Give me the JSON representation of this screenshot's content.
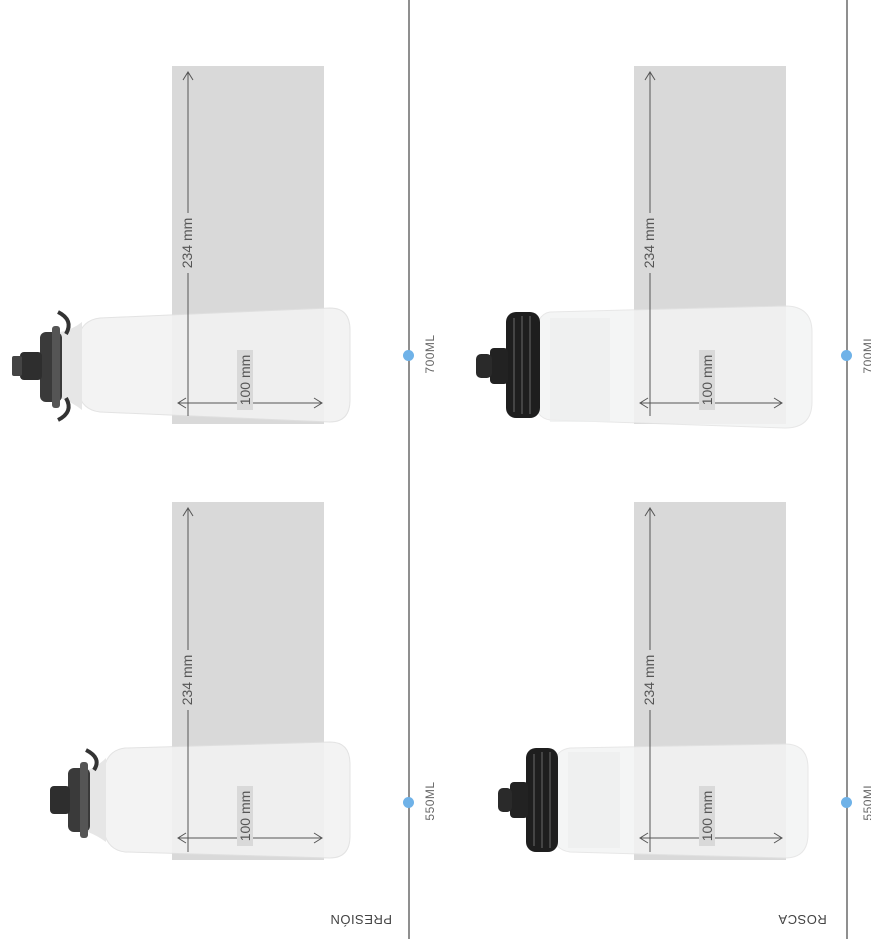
{
  "groups": {
    "left": "PRESIÓN",
    "right": "ROSCA"
  },
  "volumes": {
    "top": "700ML",
    "bottom": "550ML"
  },
  "dimensions": {
    "height": "234 mm",
    "width": "100 mm"
  },
  "colors": {
    "accent": "#6fb2e8",
    "guide_box": "#d9d9d9",
    "line": "#8f8f8f"
  }
}
